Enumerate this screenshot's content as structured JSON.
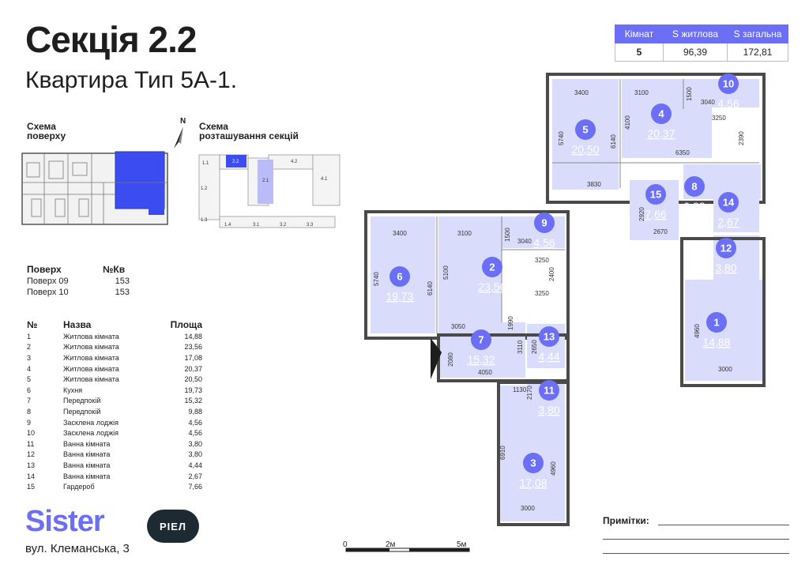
{
  "header": {
    "title": "Секція 2.2",
    "subtitle": "Квартира Тип 5А-1."
  },
  "stats": {
    "headers": [
      "Кімнат",
      "S житлова",
      "S загальна"
    ],
    "values": [
      "5",
      "96,39",
      "172,81"
    ]
  },
  "schema_floor_label": [
    "Схема",
    "поверху"
  ],
  "schema_sections_label": [
    "Схема",
    "розташування секцій"
  ],
  "compass_label": "N",
  "sections": [
    "1.1",
    "2.2",
    "4.2",
    "1.2",
    "2.1",
    "4.1",
    "1.3",
    "1.4",
    "3.1",
    "3.2",
    "3.3"
  ],
  "floors": {
    "header": [
      "Поверх",
      "№Кв"
    ],
    "rows": [
      [
        "Поверх 09",
        "153"
      ],
      [
        "Поверх 10",
        "153"
      ]
    ]
  },
  "rooms_table": {
    "header": [
      "№",
      "Назва",
      "Площа"
    ],
    "rows": [
      [
        "1",
        "Житлова кімната",
        "14,88"
      ],
      [
        "2",
        "Житлова кімната",
        "23,56"
      ],
      [
        "3",
        "Житлова кімната",
        "17,08"
      ],
      [
        "4",
        "Житлова кімната",
        "20,37"
      ],
      [
        "5",
        "Житлова кімната",
        "20,50"
      ],
      [
        "6",
        "Кухня",
        "19,73"
      ],
      [
        "7",
        "Передпокій",
        "15,32"
      ],
      [
        "8",
        "Передпокій",
        "9,88"
      ],
      [
        "9",
        "Засклена лоджія",
        "4,56"
      ],
      [
        "10",
        "Засклена лоджія",
        "4,56"
      ],
      [
        "11",
        "Ванна кімната",
        "3,80"
      ],
      [
        "12",
        "Ванна кімната",
        "3,80"
      ],
      [
        "13",
        "Ванна кімната",
        "4,44"
      ],
      [
        "14",
        "Ванна кімната",
        "2,67"
      ],
      [
        "15",
        "Гардероб",
        "7,66"
      ]
    ]
  },
  "plan_labels": [
    {
      "n": "10",
      "area": "4,56"
    },
    {
      "n": "5",
      "area": "20,50"
    },
    {
      "n": "4",
      "area": "20,37"
    },
    {
      "n": "8",
      "area": "9,88"
    },
    {
      "n": "15",
      "area": "7,66"
    },
    {
      "n": "14",
      "area": "2,67"
    },
    {
      "n": "12",
      "area": "3,80"
    },
    {
      "n": "1",
      "area": "14,88"
    },
    {
      "n": "9",
      "area": "4,56"
    },
    {
      "n": "6",
      "area": "19,73"
    },
    {
      "n": "2",
      "area": "23,56"
    },
    {
      "n": "7",
      "area": "15,32"
    },
    {
      "n": "13",
      "area": "4,44"
    },
    {
      "n": "11",
      "area": "3,80"
    },
    {
      "n": "3",
      "area": "17,08"
    }
  ],
  "dimensions": [
    "3400",
    "3100",
    "1500",
    "3040",
    "3250",
    "5740",
    "6140",
    "4100",
    "2390",
    "6350",
    "3830",
    "2920",
    "2670",
    "4960",
    "3000",
    "3400",
    "3100",
    "1500",
    "3040",
    "3250",
    "5740",
    "6140",
    "5100",
    "2400",
    "3250",
    "3050",
    "1990",
    "3110",
    "2650",
    "2080",
    "4050",
    "1130",
    "2170",
    "6910",
    "4960",
    "3000"
  ],
  "scale": {
    "labels": [
      "0",
      "2м",
      "5м"
    ]
  },
  "logo": {
    "brand": "Sister",
    "badge": "РІЕЛ"
  },
  "address": "вул. Клеманська, 3",
  "notes_label": "Примітки:",
  "colors": {
    "accent": "#6b6ff5",
    "room_fill": "#dadcfb",
    "wall": "#4a4a4a",
    "dark": "#1e2a32"
  }
}
